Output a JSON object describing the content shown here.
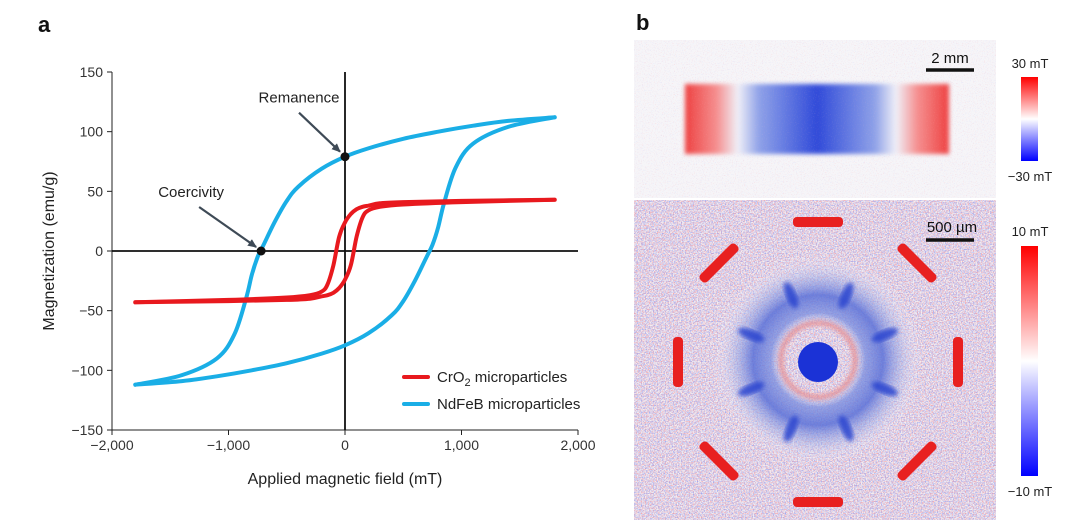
{
  "panel_a": {
    "label": "a"
  },
  "panel_b": {
    "label": "b",
    "top": {
      "scale_bar": "2 mm",
      "colorbar": {
        "max": "30 mT",
        "min": "−30 mT",
        "colors": [
          "#ff0000",
          "#ffffff",
          "#0000ff"
        ]
      }
    },
    "bottom": {
      "scale_bar": "500 µm",
      "colorbar": {
        "max": "10 mT",
        "min": "−10 mT",
        "colors": [
          "#ff0000",
          "#ffffff",
          "#0000ff"
        ]
      }
    }
  },
  "chart_data": {
    "type": "line",
    "xlabel": "Applied magnetic field (mT)",
    "ylabel": "Magnetization (emu/g)",
    "xlim": [
      -2000,
      2000
    ],
    "ylim": [
      -150,
      150
    ],
    "xticks": [
      -2000,
      -1000,
      0,
      1000,
      2000
    ],
    "xtick_labels": [
      "−2,000",
      "−1,000",
      "0",
      "1,000",
      "2,000"
    ],
    "yticks": [
      -150,
      -100,
      -50,
      0,
      50,
      100,
      150
    ],
    "ytick_labels": [
      "−150",
      "−100",
      "−50",
      "0",
      "50",
      "100",
      "150"
    ],
    "grid": false,
    "legend_position": "bottom-right",
    "series": [
      {
        "name": "CrO2 microparticles",
        "name_prefix": "CrO",
        "name_subscript": "2",
        "name_suffix": " microparticles",
        "color": "#e8191e",
        "upper_branch": {
          "x": [
            -1800,
            -1000,
            -500,
            -300,
            -200,
            -150,
            -100,
            -50,
            0,
            50,
            100,
            150,
            200,
            300,
            500,
            1000,
            1800
          ],
          "y": [
            -43,
            -41,
            -39,
            -37,
            -34,
            -28,
            -12,
            12,
            24,
            31,
            35,
            37,
            38,
            40,
            41,
            42,
            43
          ]
        },
        "lower_branch": {
          "x": [
            -1800,
            -1000,
            -500,
            -300,
            -200,
            -150,
            -100,
            -50,
            0,
            50,
            100,
            150,
            200,
            300,
            500,
            1000,
            1800
          ],
          "y": [
            -43,
            -42,
            -41,
            -40,
            -38,
            -37,
            -35,
            -31,
            -24,
            -12,
            12,
            28,
            34,
            37,
            39,
            41,
            43
          ]
        }
      },
      {
        "name": "NdFeB microparticles",
        "color": "#1aaee6",
        "upper_branch": {
          "x": [
            -1800,
            -1400,
            -1100,
            -950,
            -850,
            -800,
            -750,
            -700,
            -600,
            -500,
            -400,
            -200,
            0,
            200,
            500,
            800,
            1100,
            1400,
            1800
          ],
          "y": [
            -112,
            -104,
            -90,
            -70,
            -40,
            -20,
            -5,
            5,
            25,
            42,
            54,
            69,
            79,
            86,
            94,
            100,
            105,
            109,
            112
          ]
        },
        "lower_branch": {
          "x": [
            -1800,
            -1400,
            -1100,
            -800,
            -500,
            -200,
            0,
            200,
            400,
            500,
            600,
            700,
            750,
            800,
            850,
            950,
            1100,
            1400,
            1800
          ],
          "y": [
            -112,
            -109,
            -105,
            -100,
            -94,
            -86,
            -79,
            -69,
            -54,
            -42,
            -25,
            -5,
            5,
            20,
            40,
            70,
            90,
            104,
            112
          ]
        }
      }
    ],
    "points": [
      {
        "name": "Remanence",
        "x": 0,
        "y": 79
      },
      {
        "name": "Coercivity",
        "x": -720,
        "y": 0
      }
    ],
    "annotations": [
      {
        "text": "Remanence",
        "target": [
          0,
          79
        ]
      },
      {
        "text": "Coercivity",
        "target": [
          -720,
          0
        ]
      }
    ]
  }
}
